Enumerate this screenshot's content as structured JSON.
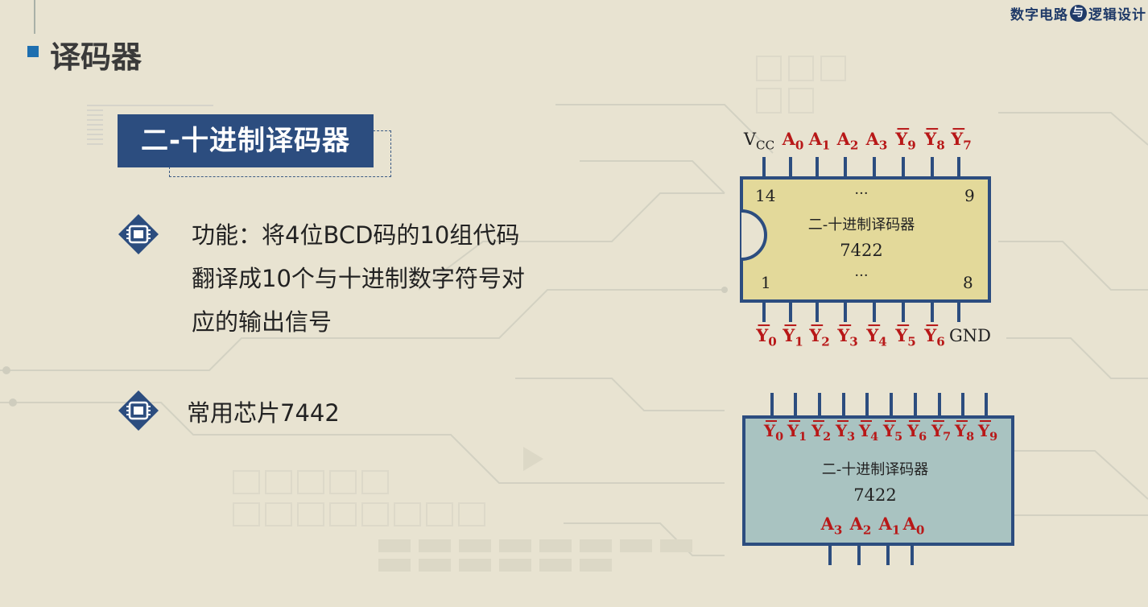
{
  "brand": {
    "left": "数字电路",
    "mid": "与",
    "right": "逻辑设计"
  },
  "page_title": "译码器",
  "subtitle": "二-十进制译码器",
  "bullets": [
    {
      "lines": [
        "功能：将4位BCD码的10组代码",
        "翻译成10个与十进制数字符号对",
        "应的输出信号"
      ]
    },
    {
      "text": "常用芯片7442"
    }
  ],
  "chip1": {
    "name": "二-十进制译码器",
    "model": "7422",
    "pin_top_left": "14",
    "pin_top_right": "9",
    "pin_bottom_left": "1",
    "pin_bottom_right": "8",
    "ellipsis": "···",
    "top_labels": [
      "VCC",
      "A0",
      "A1",
      "A2",
      "A3",
      "Y9",
      "Y8",
      "Y7"
    ],
    "bottom_labels": [
      "Y0",
      "Y1",
      "Y2",
      "Y3",
      "Y4",
      "Y5",
      "Y6",
      "GND"
    ],
    "body_color": "#e3d99a"
  },
  "chip2": {
    "name": "二-十进制译码器",
    "model": "7422",
    "outputs": [
      "Y0",
      "Y1",
      "Y2",
      "Y3",
      "Y4",
      "Y5",
      "Y6",
      "Y7",
      "Y8",
      "Y9"
    ],
    "inputs": [
      "A3",
      "A2",
      "A1",
      "A0"
    ],
    "body_color": "#a9c3c1"
  },
  "colors": {
    "accent": "#2c4d7f",
    "signal": "#b81818",
    "outline": "#2c4d7f"
  }
}
